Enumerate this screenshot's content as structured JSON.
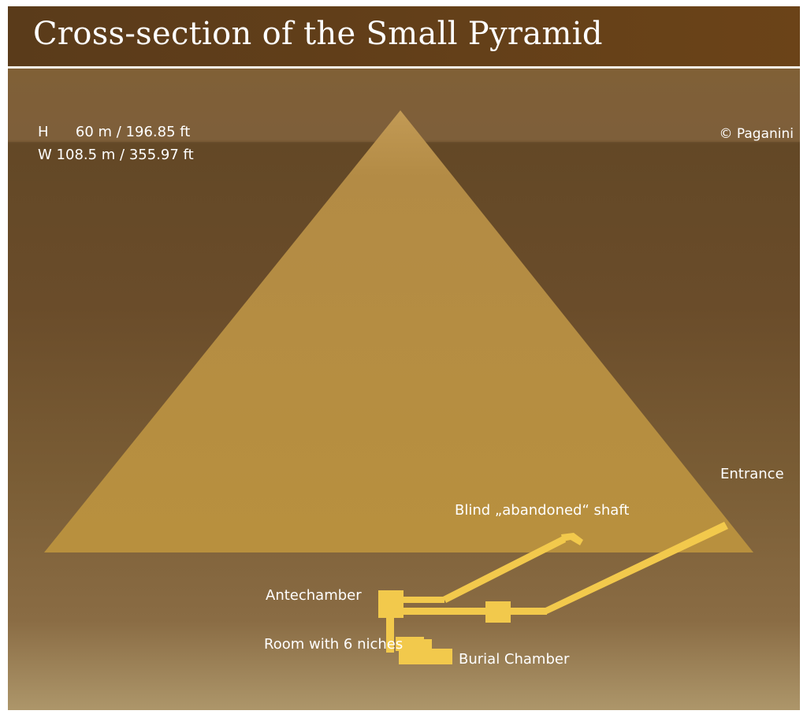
{
  "title": "Cross-section of the Small Pyramid",
  "dimensions": {
    "height_label": "H",
    "height_value": "60 m / 196.85 ft",
    "width_label": "W",
    "width_value": "108.5 m / 355.97 ft"
  },
  "copyright": "© Paganini",
  "labels": {
    "entrance": "Entrance",
    "blind_shaft": "Blind „abandoned“ shaft",
    "antechamber": "Antechamber",
    "room_niches": "Room with 6 niches",
    "burial_chamber": "Burial Chamber"
  },
  "colors": {
    "header": "#6b4318",
    "pyramid": "#b3893f",
    "passages": "#f2c94c",
    "text": "#ffffff"
  }
}
